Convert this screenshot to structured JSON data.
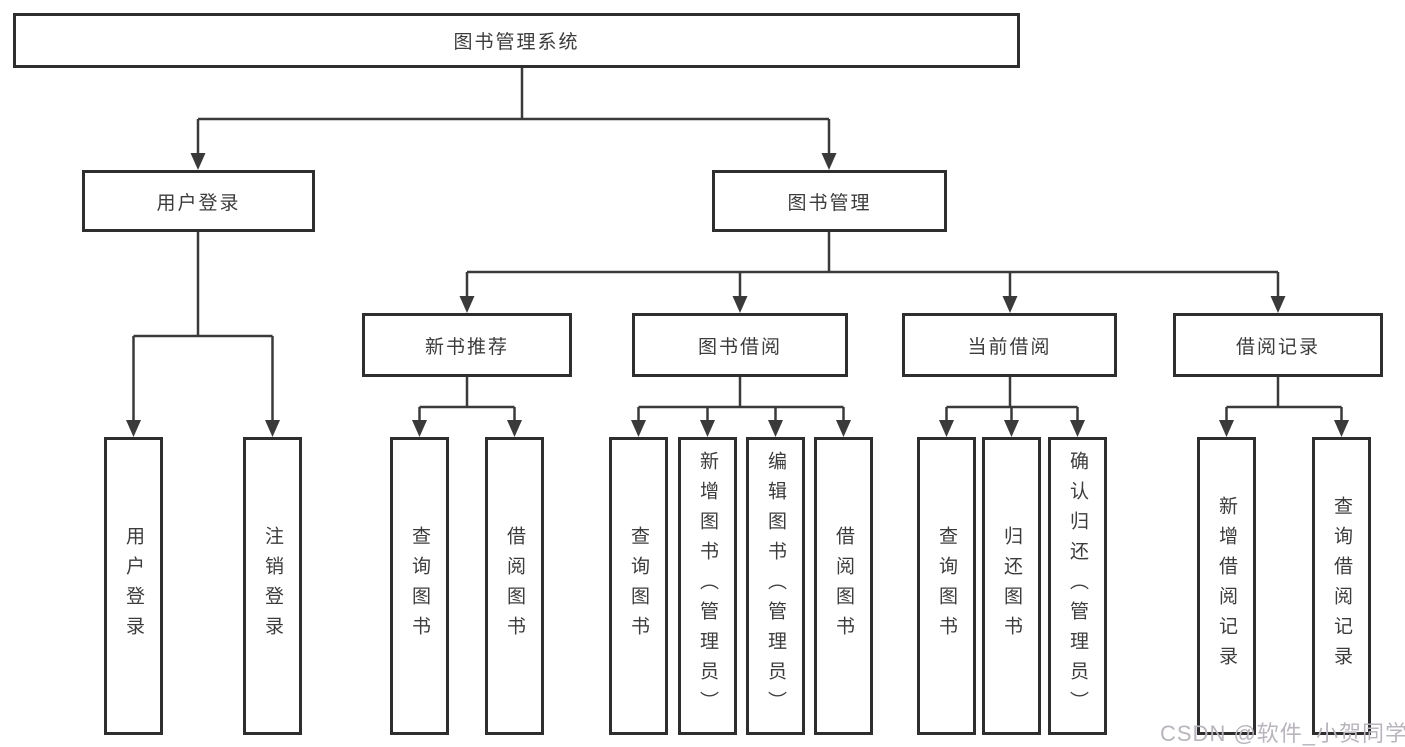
{
  "tree": {
    "root": {
      "label": "图书管理系统"
    },
    "level2": [
      {
        "label": "用户登录"
      },
      {
        "label": "图书管理"
      }
    ],
    "level3": [
      {
        "label": "新书推荐",
        "parent": "图书管理"
      },
      {
        "label": "图书借阅",
        "parent": "图书管理"
      },
      {
        "label": "当前借阅",
        "parent": "图书管理"
      },
      {
        "label": "借阅记录",
        "parent": "图书管理"
      }
    ],
    "leaves": [
      {
        "label": "用户登录",
        "parent": "用户登录"
      },
      {
        "label": "注销登录",
        "parent": "用户登录"
      },
      {
        "label": "查询图书",
        "parent": "新书推荐"
      },
      {
        "label": "借阅图书",
        "parent": "新书推荐"
      },
      {
        "label": "查询图书",
        "parent": "图书借阅"
      },
      {
        "label": "新增图书（管理员）",
        "parent": "图书借阅"
      },
      {
        "label": "编辑图书（管理员）",
        "parent": "图书借阅"
      },
      {
        "label": "借阅图书",
        "parent": "图书借阅"
      },
      {
        "label": "查询图书",
        "parent": "当前借阅"
      },
      {
        "label": "归还图书",
        "parent": "当前借阅"
      },
      {
        "label": "确认归还（管理员）",
        "parent": "当前借阅"
      },
      {
        "label": "新增借阅记录",
        "parent": "借阅记录"
      },
      {
        "label": "查询借阅记录",
        "parent": "借阅记录"
      }
    ]
  },
  "watermark": {
    "text": "CSDN @软件_小贺同学"
  },
  "colors": {
    "line": "#3a3a3a",
    "box_border": "#2e2e2e",
    "text": "#3c3c3c",
    "background": "#ffffff",
    "watermark": "#b9b4bd"
  }
}
